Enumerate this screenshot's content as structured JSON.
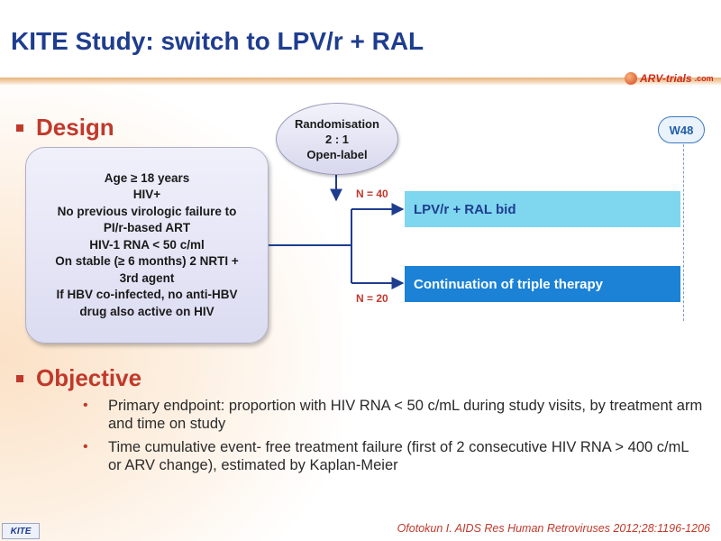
{
  "title": "KITE Study: switch to LPV/r + RAL",
  "logo": {
    "brand": "ARV-trials",
    "suffix": ".com"
  },
  "design": {
    "heading": "Design",
    "criteria": [
      "Age ≥ 18 years",
      "HIV+",
      "No previous virologic failure to",
      "PI/r-based ART",
      "HIV-1 RNA < 50 c/ml",
      "On stable (≥ 6 months) 2 NRTI +",
      "3rd agent",
      "If HBV co-infected, no anti-HBV",
      "drug also active on HIV"
    ],
    "randomisation": [
      "Randomisation",
      "2 : 1",
      "Open-label"
    ],
    "timepoint": "W48",
    "arms": [
      {
        "label": "LPV/r + RAL bid",
        "n": "N = 40",
        "color": "#7ed6ef"
      },
      {
        "label": "Continuation of triple therapy",
        "n": "N = 20",
        "color": "#1b82d6"
      }
    ]
  },
  "objective": {
    "heading": "Objective",
    "bullets": [
      "Primary endpoint: proportion with HIV RNA < 50 c/mL during study visits, by treatment arm and time on study",
      "Time cumulative event- free treatment failure (first of 2 consecutive HIV RNA > 400 c/mL or ARV change), estimated by Kaplan-Meier"
    ]
  },
  "footer": {
    "tag": "KITE",
    "reference": "Ofotokun I. AIDS Res Human Retroviruses 2012;28:1196-1206"
  },
  "colors": {
    "title": "#1f3d8f",
    "accent": "#c0392b",
    "arrow": "#1f3d8f"
  }
}
